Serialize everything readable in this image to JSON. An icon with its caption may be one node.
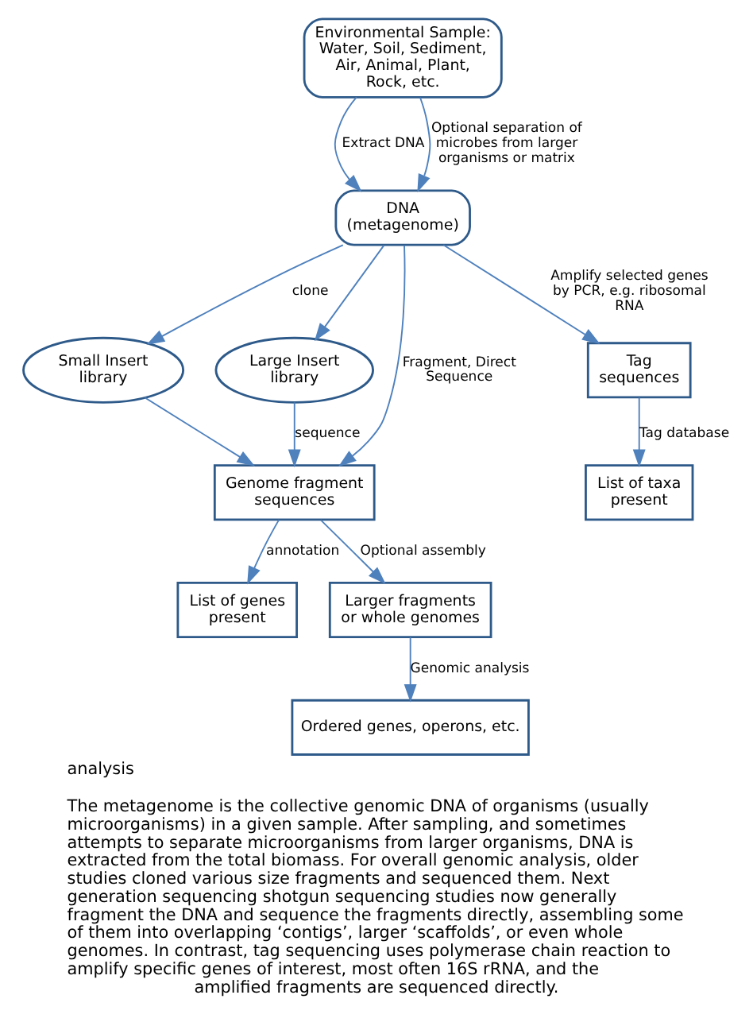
{
  "diagram": {
    "title": "analysis",
    "caption": "The metagenome is the collective genomic DNA of organisms (usually microorganisms) in a given sample. After sampling, and sometimes attempts to separate microorganisms from larger organisms, DNA is extracted from the total biomass. For overall genomic analysis, older studies cloned various size fragments and sequenced them. Next generation sequencing shotgun sequencing studies now generally fragment the DNA and sequence the fragments directly, assembling some of them into overlapping ‘contigs’, larger ‘scaffolds’, or even whole genomes. In contrast, tag sequencing uses polymerase chain reaction to amplify specific genes of interest, most often 16S rRNA, and the amplified fragments are sequenced directly.",
    "nodes": [
      {
        "text": [
          "Environmental Sample: Water, Soil, Sediment, Air, Animal, Plant, Rock, etc."
        ]
      },
      {
        "text": [
          "DNA (metagenome)"
        ]
      },
      {
        "text": [
          "Small Insert library"
        ]
      },
      {
        "text": [
          "Large Insert library"
        ]
      },
      {
        "text": [
          "Genome fragment sequences"
        ]
      },
      {
        "text": [
          "Tag sequences"
        ]
      },
      {
        "text": [
          "List of genes present"
        ]
      },
      {
        "text": [
          "List of taxa present"
        ]
      },
      {
        "text": [
          "Larger fragments or whole genomes"
        ]
      },
      {
        "text": [
          "Ordered genes, operons, etc."
        ]
      }
    ],
    "edges": [
      {
        "from": 0,
        "to": 1,
        "arrow": "to",
        "label": "Extract DNA"
      },
      {
        "from": 0,
        "to": 1,
        "arrow": "to",
        "label": "Optional separation of microbes from larger organisms or matrix"
      },
      {
        "from": 1,
        "to": 2,
        "arrow": "to",
        "label": "clone"
      },
      {
        "from": 1,
        "to": 3,
        "arrow": "to"
      },
      {
        "from": 1,
        "to": 4,
        "arrow": "to",
        "label": "Fragment, Direct Sequence"
      },
      {
        "from": 1,
        "to": 5,
        "arrow": "to",
        "label": "Amplify selected genes by PCR, e.g. ribosomal RNA"
      },
      {
        "from": 2,
        "to": 4,
        "arrow": "to"
      },
      {
        "from": 3,
        "to": 4,
        "arrow": "to",
        "label": "sequence"
      },
      {
        "from": 4,
        "to": 6,
        "arrow": "to",
        "label": "annotation"
      },
      {
        "from": 5,
        "to": 7,
        "arrow": "to",
        "label": "Tag database"
      },
      {
        "from": 4,
        "to": 8,
        "arrow": "to",
        "label": "Optional assembly"
      },
      {
        "from": 8,
        "to": 9,
        "arrow": "to",
        "label": "Genomic analysis"
      }
    ]
  }
}
